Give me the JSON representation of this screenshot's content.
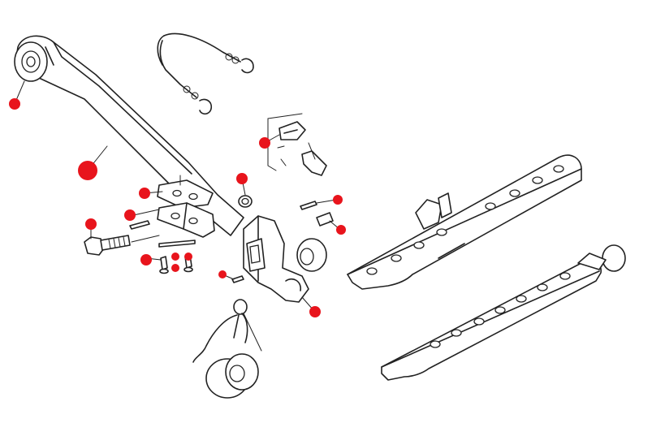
{
  "diagram": {
    "kind": "exploded parts diagram",
    "line_color": "#222222",
    "marker_color": "#e8141c",
    "markers": [
      {
        "id": "m1"
      },
      {
        "id": "m2"
      },
      {
        "id": "m3"
      },
      {
        "id": "m4"
      },
      {
        "id": "m5"
      },
      {
        "id": "m6"
      },
      {
        "id": "m7"
      },
      {
        "id": "m8"
      },
      {
        "id": "m9"
      },
      {
        "id": "m10"
      },
      {
        "id": "m11"
      },
      {
        "id": "m12"
      },
      {
        "id": "m13"
      },
      {
        "id": "m14"
      },
      {
        "id": "m15"
      },
      {
        "id": "m16"
      }
    ]
  }
}
